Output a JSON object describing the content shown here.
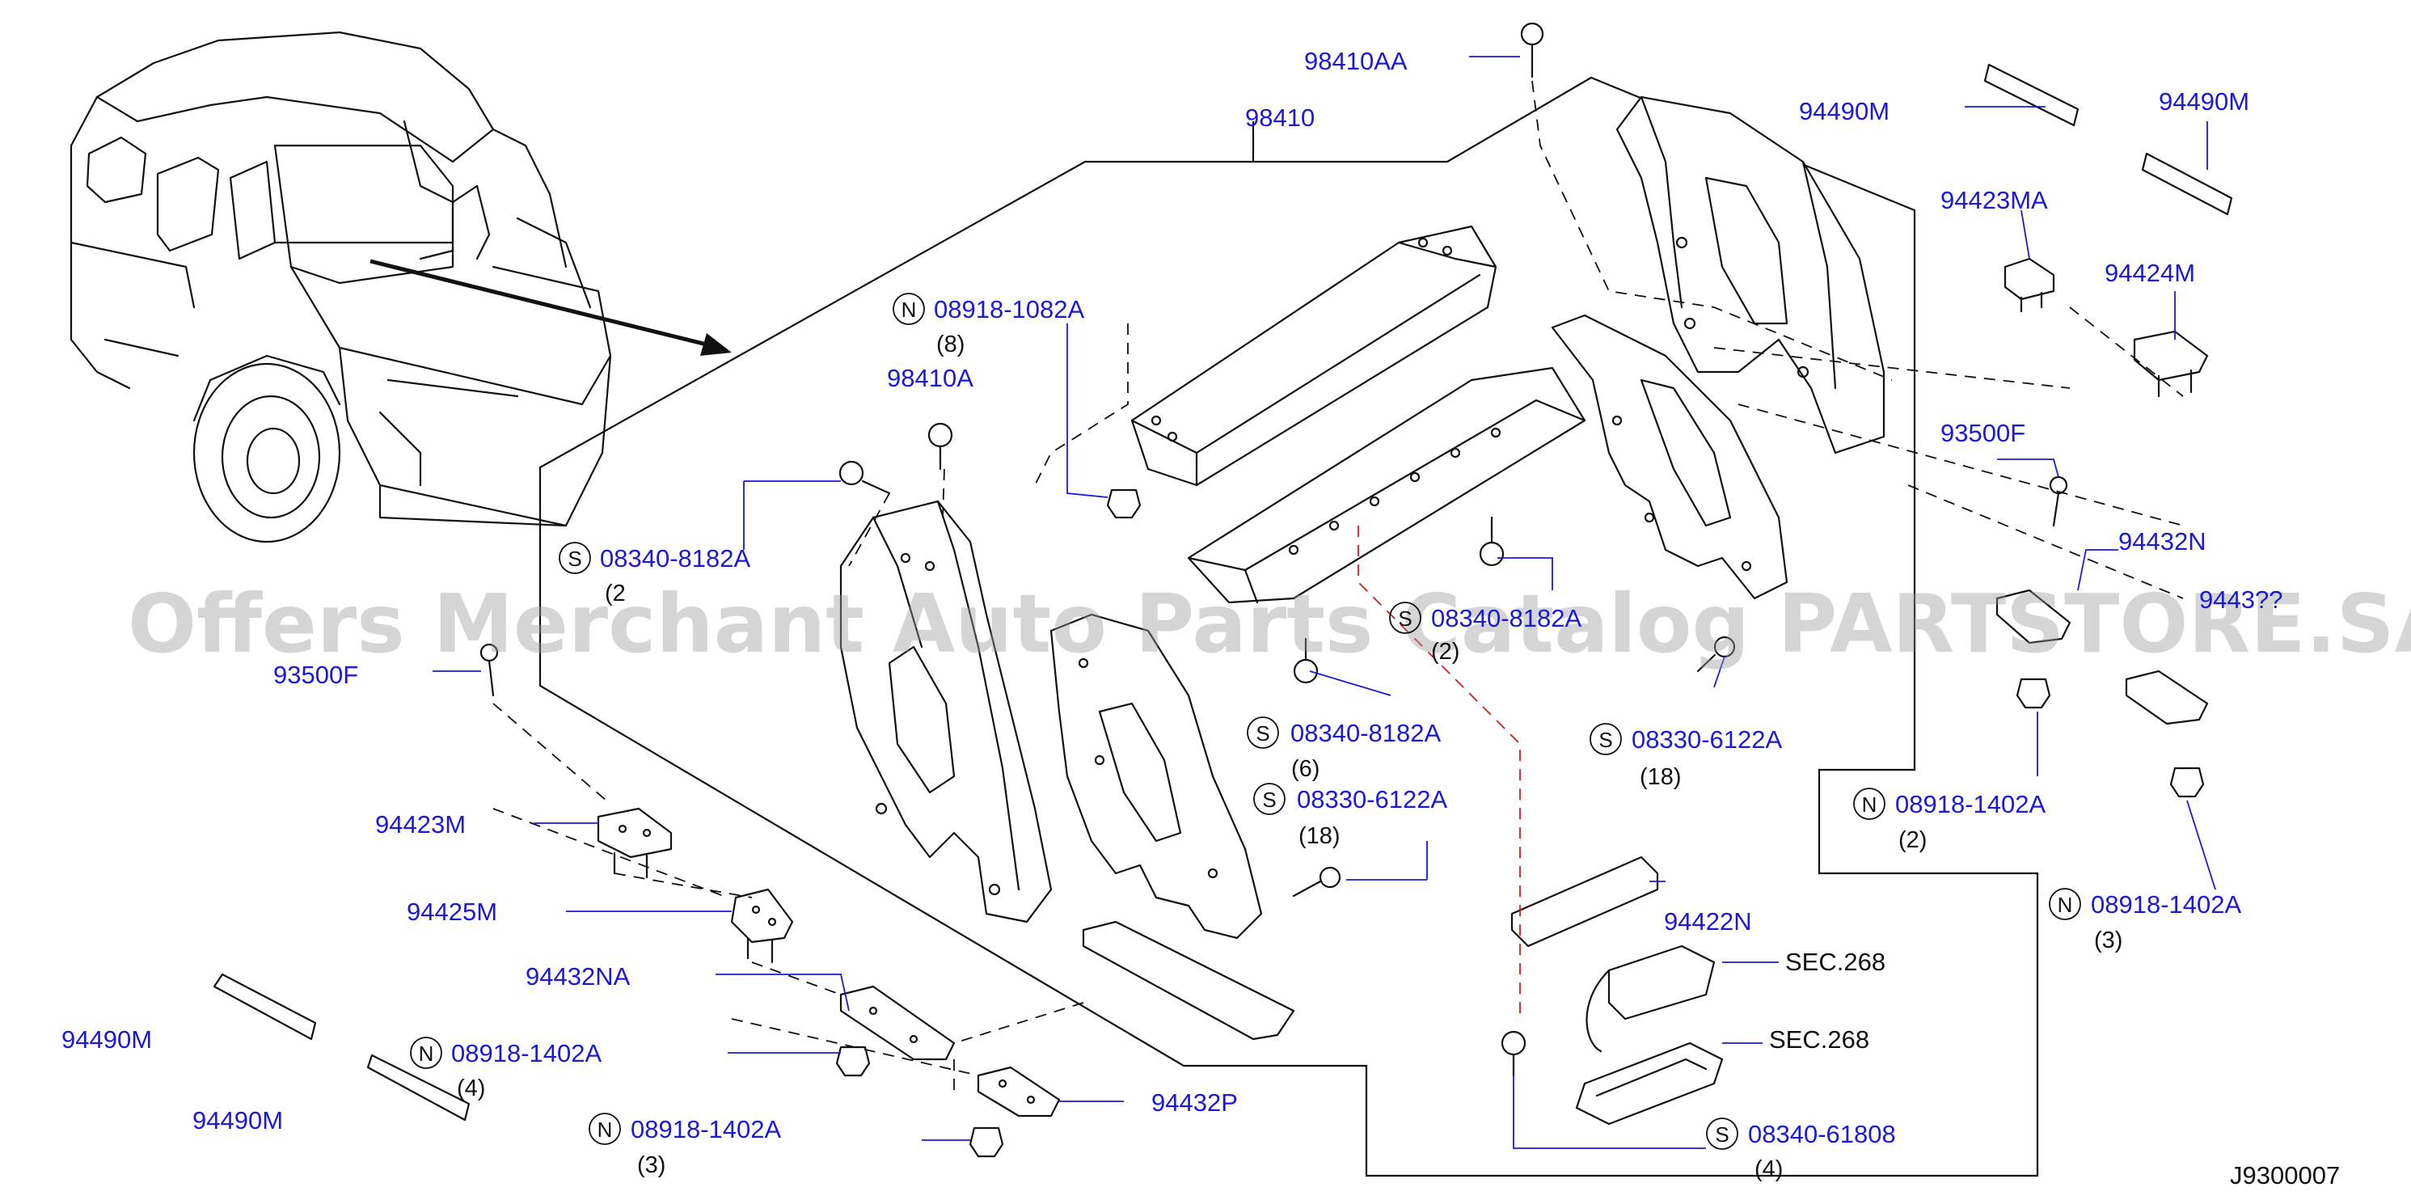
{
  "diagram_code": "J9300007",
  "watermark": "Offers Merchant Auto Parts Catalog PARTSTORE.SA",
  "colors": {
    "part_number": "#1a1ad6",
    "line": "#111111",
    "red_guide": "#e01818",
    "watermark": "#9a9a9a"
  },
  "callouts": [
    {
      "pn": "98410AA",
      "qty": ""
    },
    {
      "pn": "98410",
      "qty": ""
    },
    {
      "pn": "94490M",
      "qty": ""
    },
    {
      "pn": "94490M",
      "qty": ""
    },
    {
      "pn": "94423MA",
      "qty": ""
    },
    {
      "pn": "94424M",
      "qty": ""
    },
    {
      "pn": "08918-1082A",
      "prefix": "N",
      "qty": "(8)"
    },
    {
      "pn": "98410A",
      "qty": ""
    },
    {
      "pn": "93500F",
      "qty": ""
    },
    {
      "pn": "08340-8182A",
      "prefix": "S",
      "qty": "(2"
    },
    {
      "pn": "94432N",
      "qty": ""
    },
    {
      "pn": "08340-8182A",
      "prefix": "S",
      "qty": "(2)"
    },
    {
      "pn": "9443??",
      "qty": ""
    },
    {
      "pn": "93500F",
      "qty": ""
    },
    {
      "pn": "08340-8182A",
      "prefix": "S",
      "qty": "(6)"
    },
    {
      "pn": "08330-6122A",
      "prefix": "S",
      "qty": "(18)"
    },
    {
      "pn": "08330-6122A",
      "prefix": "S",
      "qty": "(18)"
    },
    {
      "pn": "08918-1402A",
      "prefix": "N",
      "qty": "(2)"
    },
    {
      "pn": "08918-1402A",
      "prefix": "N",
      "qty": "(3)"
    },
    {
      "pn": "94423M",
      "qty": ""
    },
    {
      "pn": "94425M",
      "qty": ""
    },
    {
      "pn": "94422N",
      "qty": ""
    },
    {
      "pn": "SEC.268",
      "qty": ""
    },
    {
      "pn": "SEC.268",
      "qty": ""
    },
    {
      "pn": "94432NA",
      "qty": ""
    },
    {
      "pn": "94490M",
      "qty": ""
    },
    {
      "pn": "08918-1402A",
      "prefix": "N",
      "qty": "(4)"
    },
    {
      "pn": "94490M",
      "qty": ""
    },
    {
      "pn": "94432P",
      "qty": ""
    },
    {
      "pn": "08918-1402A",
      "prefix": "N",
      "qty": "(3)"
    },
    {
      "pn": "08340-61808",
      "prefix": "S",
      "qty": "(4)"
    }
  ]
}
